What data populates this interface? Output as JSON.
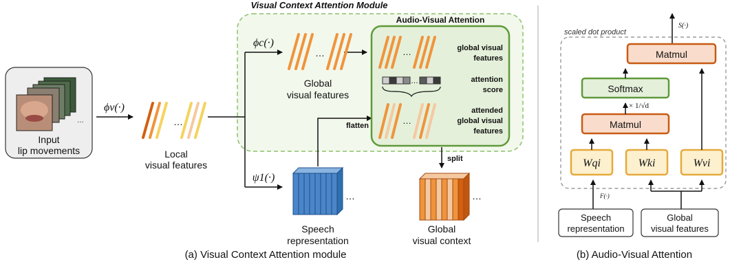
{
  "left_panel": {
    "module_title": "Visual Context Attention Module",
    "input_label_line1": "Input",
    "input_label_line2": "lip movements",
    "phi_v": "ϕv(·)",
    "local_features_line1": "Local",
    "local_features_line2": "visual features",
    "phi_c": "ϕc(·)",
    "global_features_line1": "Global",
    "global_features_line2": "visual features",
    "psi_1": "ψ1(·)",
    "speech_line1": "Speech",
    "speech_line2": "representation",
    "global_context_line1": "Global",
    "global_context_line2": "visual context",
    "flatten_label": "flatten",
    "split_label": "split",
    "ellipsis": "…",
    "caption": "(a) Visual Context Attention module"
  },
  "avatt_box": {
    "title": "Audio-Visual Attention",
    "row1_line1": "global visual",
    "row1_line2": "features",
    "row2_line1": "attention",
    "row2_line2": "score",
    "row3_line1": "attended",
    "row3_line2": "global visual",
    "row3_line3": "features"
  },
  "right_panel": {
    "scaled_dot_label": "scaled dot product",
    "s_label": "S(·)",
    "matmul_top": "Matmul",
    "softmax": "Softmax",
    "scale_label": "× 1/√d",
    "matmul_bottom": "Matmul",
    "wq": "Wqi",
    "wk": "Wki",
    "wv": "Wvi",
    "f_label": "F(·)",
    "speech_line1": "Speech",
    "speech_line2": "representation",
    "global_line1": "Global",
    "global_line2": "visual features",
    "caption": "(b) Audio-Visual Attention"
  },
  "colors": {
    "orange": "#f0943c",
    "dark_orange": "#d35f10",
    "light_orange": "#f5c9a0",
    "yellow": "#f4d35e",
    "blue": "#4a86c8",
    "dark_blue": "#1f4e8c",
    "green_fill": "#eaf3e2",
    "green_border": "#5f9a3a",
    "box_salmon": "#f9dccb",
    "box_yellow": "#fdf0cf"
  }
}
